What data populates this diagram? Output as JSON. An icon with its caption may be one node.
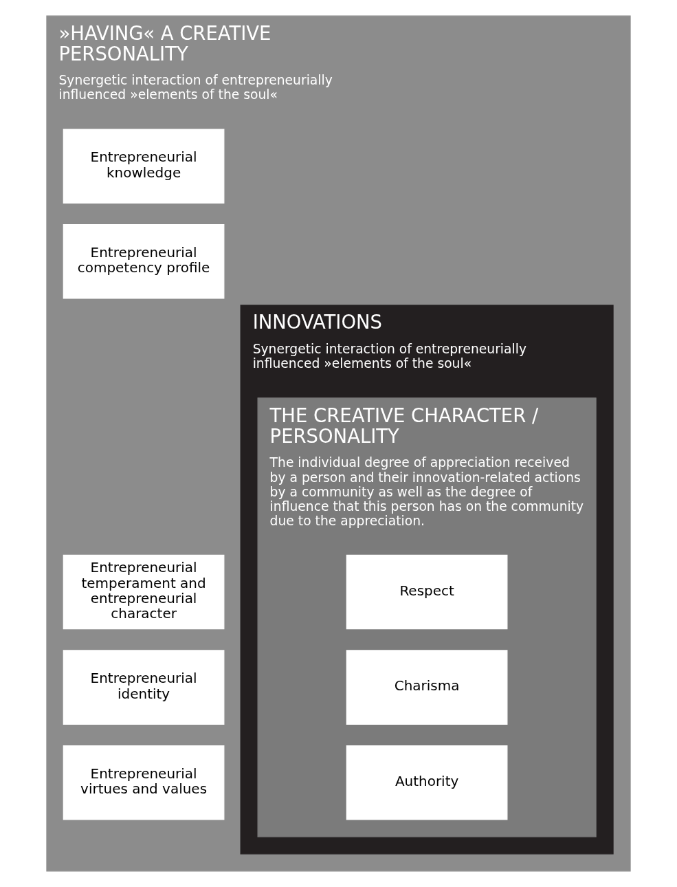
{
  "diagram": {
    "nodes": [
      {
        "text": [
          "»HAVING« A CREATIVE PERSONALITY",
          "Synergetic interaction of entrepreneurially influenced »elements of the soul«"
        ]
      },
      {
        "text": [
          "Entrepreneurial knowledge"
        ],
        "in": 0
      },
      {
        "text": [
          "Entrepreneurial competency profile"
        ],
        "in": 0
      },
      {
        "text": [
          "Entrepreneurial temperament and entrepreneurial character"
        ],
        "in": 0
      },
      {
        "text": [
          "Entrepreneurial identity"
        ],
        "in": 0
      },
      {
        "text": [
          "Entrepreneurial virtues and values"
        ],
        "in": 0
      },
      {
        "text": [
          "INNOVATIONS",
          "Synergetic interaction of entrepreneurially influenced »elements of the soul«"
        ],
        "in": 0
      },
      {
        "text": [
          "THE CREATIVE CHARACTER / PERSONALITY",
          "The individual degree of appreciation received by a person and their innovation-related actions by a community as well as the degree of influence that this person has on the community due to the appreciation."
        ],
        "in": 6
      },
      {
        "text": [
          "Respect"
        ],
        "in": 7
      },
      {
        "text": [
          "Charisma"
        ],
        "in": 7
      },
      {
        "text": [
          "Authority"
        ],
        "in": 7
      }
    ]
  }
}
